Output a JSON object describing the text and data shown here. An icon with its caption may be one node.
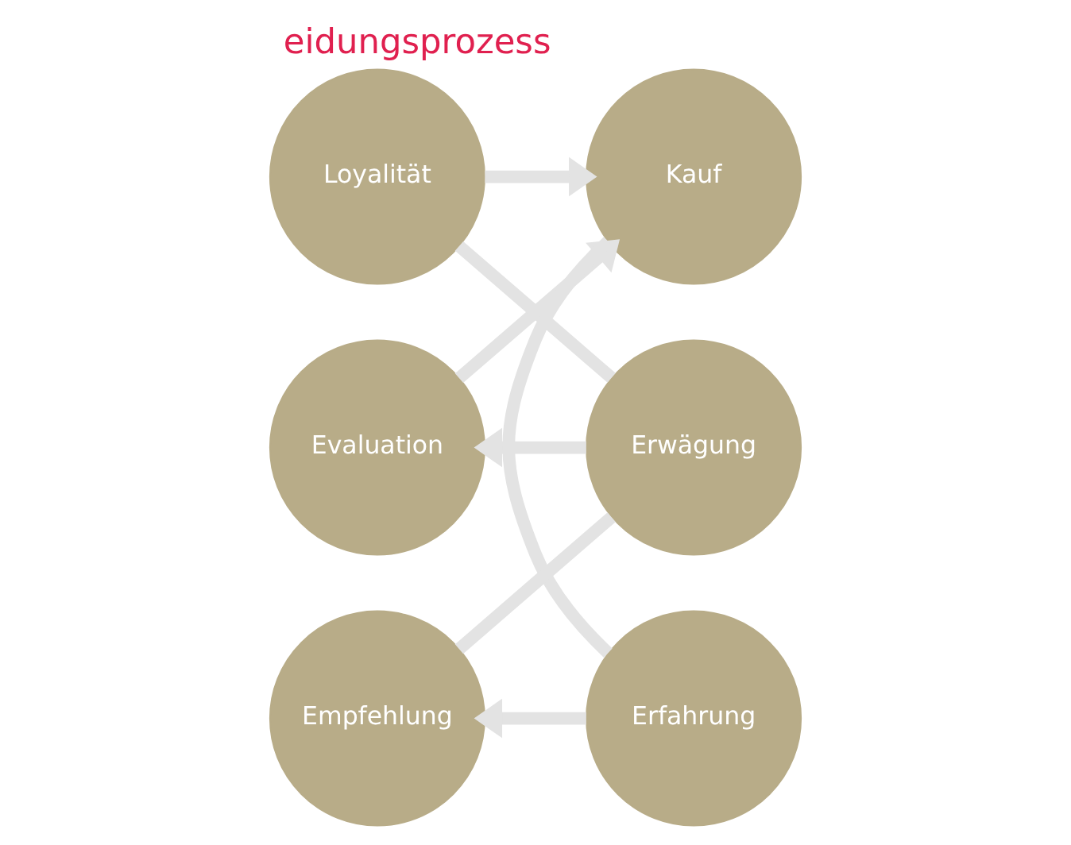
{
  "diagram": {
    "title": "eidungsprozess",
    "nodes": [
      {
        "text": [
          "Evaluation"
        ]
      },
      {
        "text": [
          "Erwägung"
        ]
      },
      {
        "text": [
          "Loyalität"
        ]
      },
      {
        "text": [
          "Kauf"
        ]
      },
      {
        "text": [
          "Empfehlung"
        ]
      },
      {
        "text": [
          "Erfahrung"
        ]
      }
    ],
    "edges": [
      {
        "from": 1,
        "to": 0,
        "arrow": "to"
      },
      {
        "from": 0,
        "to": 3,
        "arrow": "to"
      },
      {
        "from": 3,
        "to": 5,
        "arrow": "none"
      },
      {
        "from": 5,
        "to": 4,
        "arrow": "to"
      },
      {
        "from": 4,
        "to": 1,
        "arrow": "none"
      },
      {
        "from": 1,
        "to": 2,
        "arrow": "none"
      },
      {
        "from": 2,
        "to": 3,
        "arrow": "to"
      }
    ]
  }
}
